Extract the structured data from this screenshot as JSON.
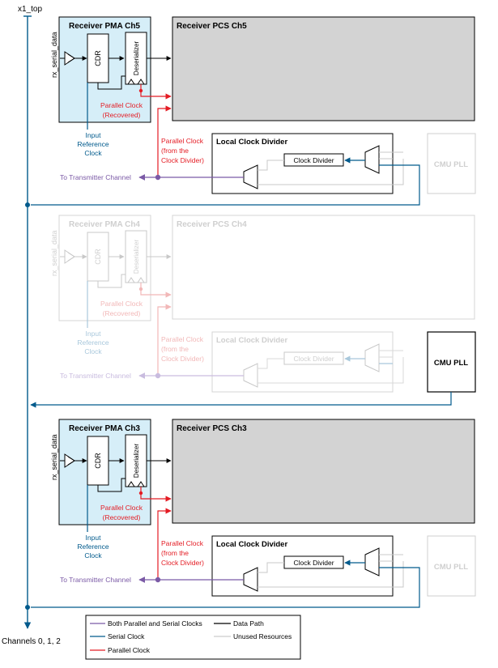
{
  "bus": {
    "top_label": "x1_top",
    "bottom_label": "Channels 0, 1, 2"
  },
  "text": {
    "rx_serial_data": "rx_serial_data",
    "cdr": "CDR",
    "deserializer": "Deserializer",
    "parallel_clock_recovered_1": "Parallel Clock",
    "parallel_clock_recovered_2": "(Recovered)",
    "input_ref_1": "Input",
    "input_ref_2": "Reference",
    "input_ref_3": "Clock",
    "parallel_clock_divider_1": "Parallel Clock",
    "parallel_clock_divider_2": "(from the",
    "parallel_clock_divider_3": "Clock Divider)",
    "local_clock_divider": "Local Clock Divider",
    "clock_divider": "Clock Divider",
    "to_transmitter": "To Transmitter Channel",
    "cmu_pll": "CMU PLL"
  },
  "channels": [
    {
      "pma_title": "Receiver PMA Ch5",
      "pcs_title": "Receiver PCS Ch5",
      "state": "active"
    },
    {
      "pma_title": "Receiver PMA Ch4",
      "pcs_title": "Receiver PCS Ch4",
      "state": "unused"
    },
    {
      "pma_title": "Receiver PMA Ch3",
      "pcs_title": "Receiver PCS Ch3",
      "state": "active"
    }
  ],
  "legend": {
    "both": "Both Parallel and Serial Clocks",
    "data_path": "Data Path",
    "serial": "Serial Clock",
    "unused": "Unused Resources",
    "parallel": "Parallel Clock"
  },
  "colors": {
    "serial_clock": "#005a8c",
    "parallel_clock": "#e41c24",
    "both_clocks": "#7b5aa6",
    "data_path": "#000000",
    "unused": "#cccccc",
    "pma_fill": "#d6eef8",
    "pcs_fill": "#d3d3d3"
  }
}
